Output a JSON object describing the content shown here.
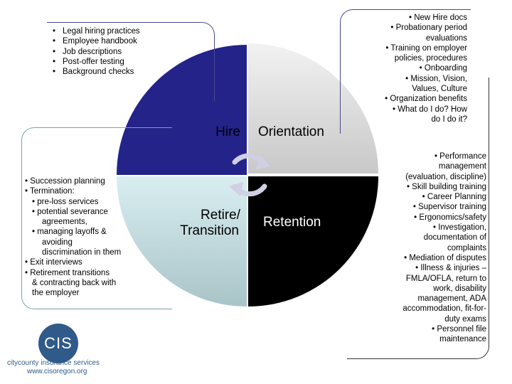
{
  "quadrants": {
    "hire": "Hire",
    "orientation": "Orientation",
    "retire_line1": "Retire/",
    "retire_line2": "Transition",
    "retention": "Retention"
  },
  "colors": {
    "hire": "#23238a",
    "orientation": "#d4d4d4",
    "retire": "#cfe6ea",
    "retention": "#000000",
    "arrows": "#d8d8e6"
  },
  "hire_box": {
    "items": [
      "Legal hiring practices",
      "Employee handbook",
      "Job descriptions",
      "Post-offer testing",
      "Background checks"
    ]
  },
  "orientation_box": {
    "items": [
      "• New Hire docs",
      "• Probationary period",
      "evaluations",
      "• Training on employer",
      "policies, procedures",
      "• Onboarding",
      "• Mission, Vision,",
      "Values, Culture",
      "• Organization benefits",
      "• What do I do? How",
      "do I do it?"
    ]
  },
  "retire_box": {
    "items": [
      "• Succession planning",
      "• Termination:",
      "•  pre-loss services",
      "•  potential severance",
      "agreements,",
      "•  managing layoffs &",
      "avoiding",
      "discrimination in them",
      "•  Exit interviews",
      "•  Retirement transitions",
      "& contracting back with",
      "the employer"
    ]
  },
  "retention_box": {
    "items": [
      "• Performance",
      "management",
      "(evaluation, discipline)",
      "• Skill building training",
      "• Career Planning",
      "• Supervisor training",
      "• Ergonomics/safety",
      "• Investigation,",
      "documentation of",
      "complaints",
      "• Mediation of disputes",
      "• Illness & injuries –",
      "FMLA/OFLA, return to",
      "work, disability",
      "management, ADA",
      "accommodation, fit-for-",
      "duty exams",
      "• Personnel file",
      "maintenance"
    ]
  },
  "logo": {
    "mark": "CIS",
    "name": "citycounty insurance services",
    "url": "www.cisoregon.org"
  }
}
